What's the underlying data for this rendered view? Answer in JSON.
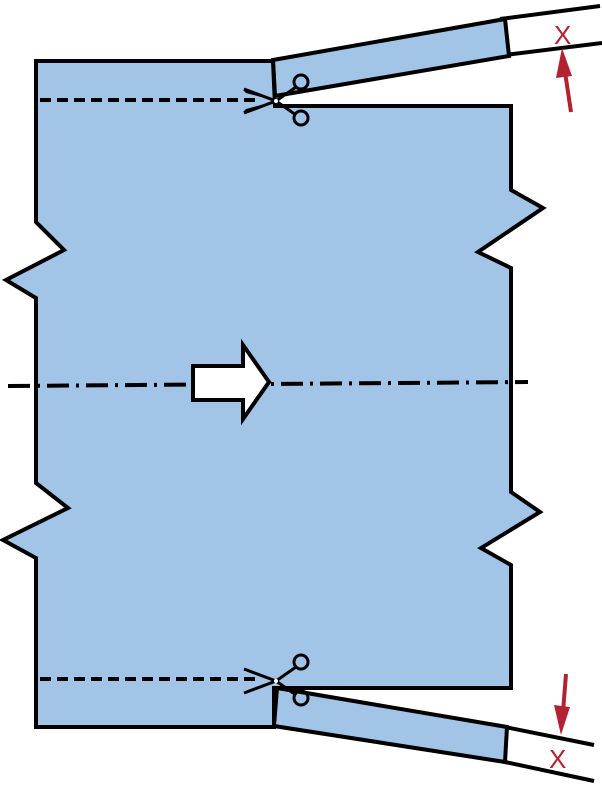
{
  "diagram": {
    "type": "pattern-slash-and-spread",
    "colors": {
      "fabric": "#a2c4e6",
      "outline": "#000000",
      "annotation": "#b22230",
      "background": "#ffffff"
    },
    "labels": {
      "top_gap": "X",
      "bottom_gap": "X"
    },
    "elements": {
      "main_panel": "pattern piece with zigzag notches on both sides",
      "top_strip": "slashed strip rotated upward",
      "bottom_strip": "slashed strip rotated downward",
      "centerline": "dash-dot grain line",
      "grain_arrow": "white arrow pointing right",
      "cut_lines": [
        "top dashed cut line",
        "bottom dashed cut line"
      ],
      "scissors": [
        "top scissors",
        "bottom scissors"
      ],
      "dimension_arrows": [
        "top red arrow",
        "bottom red arrow"
      ]
    }
  }
}
